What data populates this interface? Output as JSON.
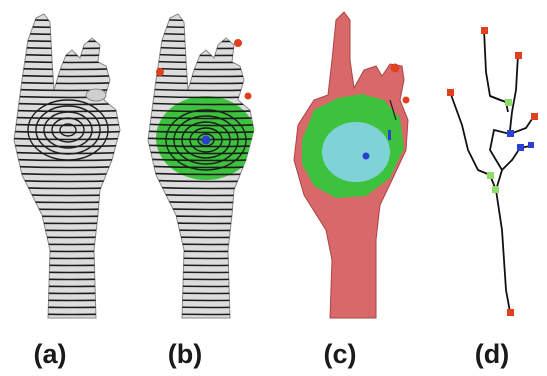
{
  "figure": {
    "panels": [
      {
        "id": "a",
        "caption": "(a)"
      },
      {
        "id": "b",
        "caption": "(b)"
      },
      {
        "id": "c",
        "caption": "(c)"
      },
      {
        "id": "d",
        "caption": "(d)"
      }
    ]
  },
  "colors": {
    "background": "#ffffff",
    "mesh_gray": "#d9d9d9",
    "contour_line": "#1c1c1c",
    "region_green": "#3cc23c",
    "region_cyan": "#7fd3d6",
    "skin_pink": "#d9686a",
    "marker_red": "#e0401c",
    "marker_blue": "#2b3fd0",
    "node_green": "#8fdc6a",
    "skeleton_line": "#111111"
  }
}
